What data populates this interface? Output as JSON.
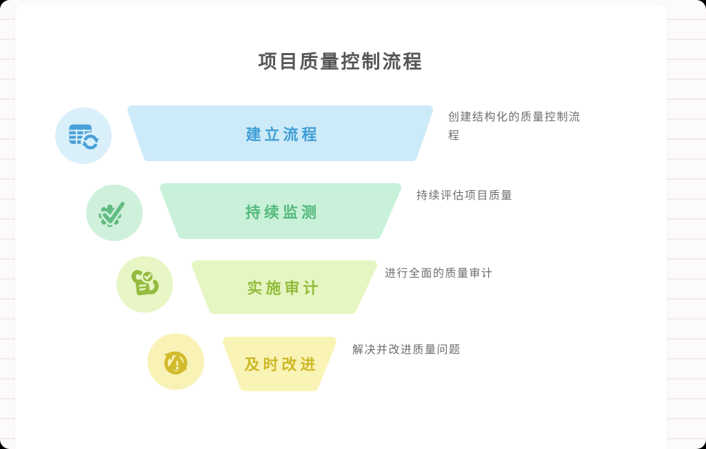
{
  "page": {
    "title": "项目质量控制流程",
    "title_color": "#565656",
    "card_bg": "#ffffff",
    "paper_bg": "#fdfafa",
    "rule_line_color": "#f0ecec"
  },
  "stages": [
    {
      "label": "建立流程",
      "description": "创建结构化的质量控制流程",
      "icon": "table-sync-icon",
      "colors": {
        "funnel": "#cdeaf8",
        "accent": "#3f9fd6",
        "icon_bg": "#d9f0fb",
        "icon": "#4aa0d8"
      }
    },
    {
      "label": "持续监测",
      "description": "持续评估项目质量",
      "icon": "gear-check-icon",
      "colors": {
        "funnel": "#c9f1da",
        "accent": "#53b97b",
        "icon_bg": "#cff1dc",
        "icon": "#62bc81"
      }
    },
    {
      "label": "实施审计",
      "description": "进行全面的质量审计",
      "icon": "audit-document-icon",
      "colors": {
        "funnel": "#e6f6c2",
        "accent": "#92bc3e",
        "icon_bg": "#e7f6c4",
        "icon": "#94bb40"
      }
    },
    {
      "label": "及时改进",
      "description": "解决并改进质量问题",
      "icon": "alert-refresh-icon",
      "colors": {
        "funnel": "#faf3b6",
        "accent": "#ccb827",
        "icon_bg": "#f8f2b6",
        "icon": "#d2bb2c"
      }
    }
  ]
}
